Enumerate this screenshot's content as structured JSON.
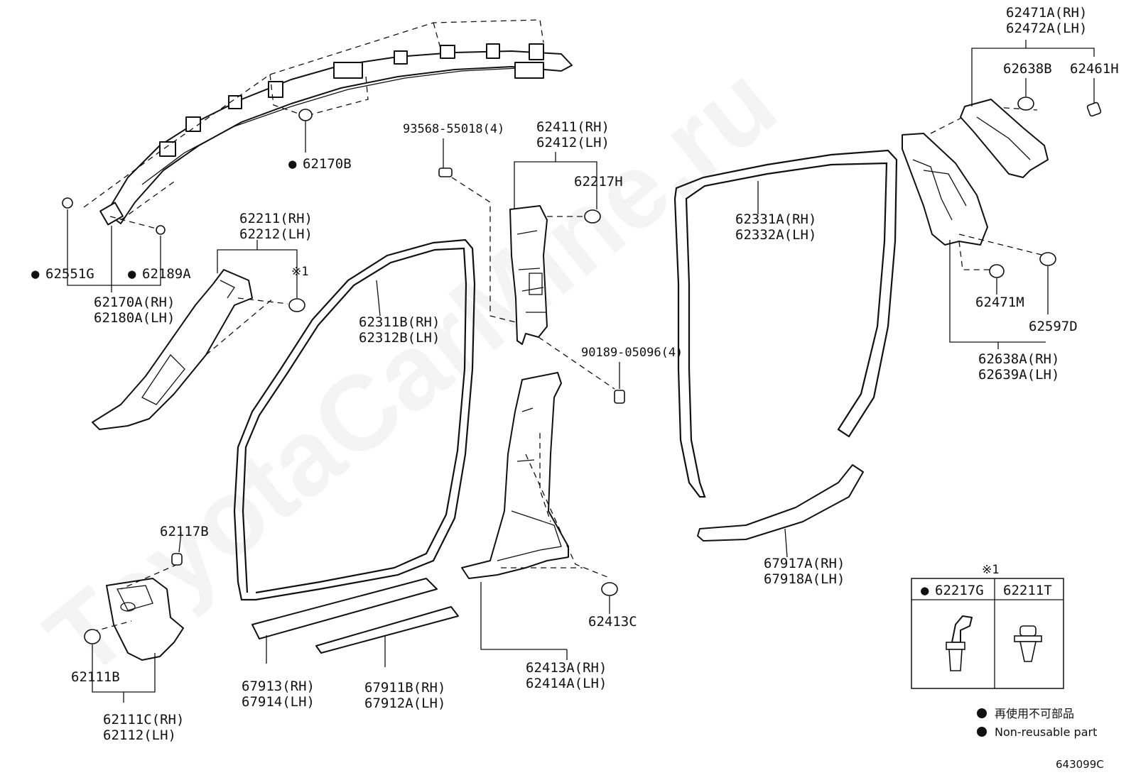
{
  "watermark": "ToyotaCarMine.ru",
  "bullet": "●",
  "diagram_code": "643099C",
  "labels": {
    "p62170B": "62170B",
    "p62551G": "62551G",
    "p62189A": "62189A",
    "p62170A": "62170A(RH)",
    "p62180A": "62180A(LH)",
    "p62211": "62211(RH)",
    "p62212": "62212(LH)",
    "note1": "※1",
    "p93568": "93568-55018(4)",
    "p62411": "62411(RH)",
    "p62412": "62412(LH)",
    "p62217H": "62217H",
    "p62311B": "62311B(RH)",
    "p62312B": "62312B(LH)",
    "p90189": "90189-05096(4)",
    "p62331A": "62331A(RH)",
    "p62332A": "62332A(LH)",
    "p62471A": "62471A(RH)",
    "p62472A": "62472A(LH)",
    "p62638B": "62638B",
    "p62461H": "62461H",
    "p62471M": "62471M",
    "p62597D": "62597D",
    "p62638A": "62638A(RH)",
    "p62639A": "62639A(LH)",
    "p62117B": "62117B",
    "p62111B": "62111B",
    "p62111C": "62111C(RH)",
    "p62112": "62112(LH)",
    "p67913": "67913(RH)",
    "p67914": "67914(LH)",
    "p67911B": "67911B(RH)",
    "p67912A": "67912A(LH)",
    "p62413C": "62413C",
    "p62413A": "62413A(RH)",
    "p62414A": "62414A(LH)",
    "p67917A": "67917A(RH)",
    "p67918A": "67918A(LH)"
  },
  "clip_table": {
    "note": "※1",
    "col1": "62217G",
    "col2": "62211T"
  },
  "legend": {
    "jp": "再使用不可部品",
    "en": "Non-reusable part"
  }
}
